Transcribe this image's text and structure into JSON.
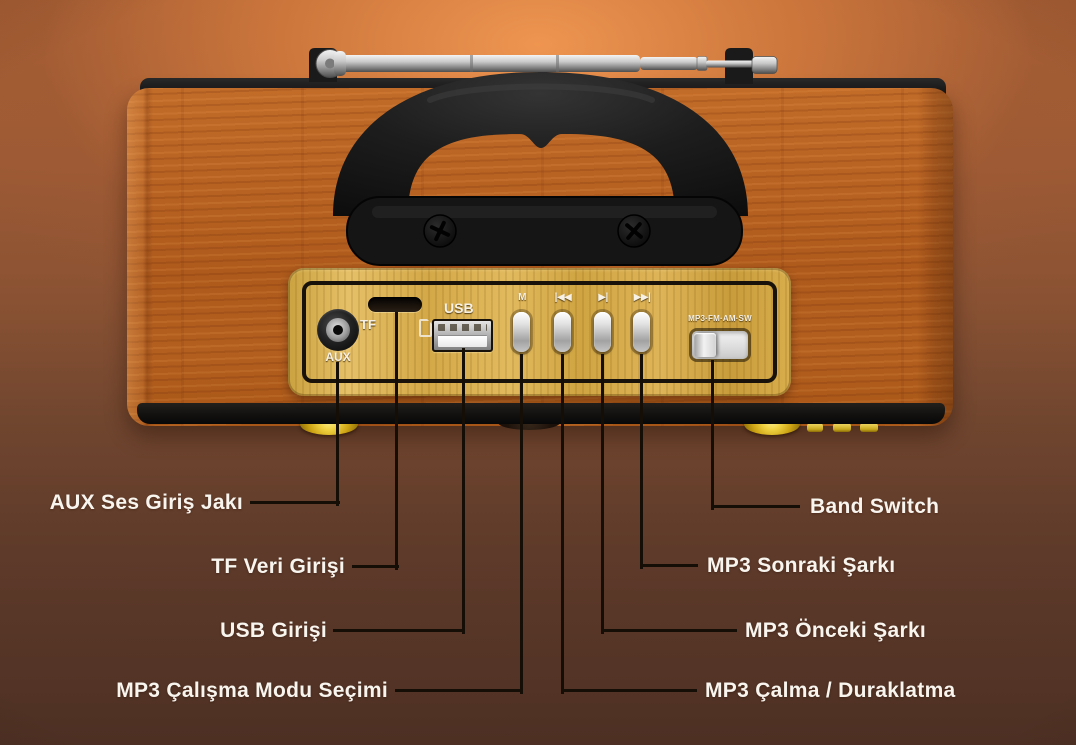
{
  "device": {
    "name": "wooden-portable-radio",
    "panel": {
      "aux_label": "AUX",
      "tf_label": "TF",
      "usb_label": "USB",
      "band_switch_label": "MP3·FM·AM·SW",
      "buttons": [
        {
          "glyph": "M"
        },
        {
          "glyph": "|◀◀"
        },
        {
          "glyph": "▶|"
        },
        {
          "glyph": "▶▶|"
        }
      ]
    }
  },
  "callouts": {
    "left": [
      {
        "label": "AUX Ses Giriş Jakı"
      },
      {
        "label": "TF Veri Girişi"
      },
      {
        "label": "USB Girişi"
      },
      {
        "label": "MP3 Çalışma Modu Seçimi"
      }
    ],
    "right": [
      {
        "label": "Band Switch"
      },
      {
        "label": "MP3 Sonraki Şarkı"
      },
      {
        "label": "MP3 Önceki Şarkı"
      },
      {
        "label": "MP3 Çalma / Duraklatma"
      }
    ]
  },
  "colors": {
    "background_top": "#d67c3e",
    "background_bottom": "#4d3023",
    "wood_body": "#b35f1f",
    "panel_wood": "#d8ad4c",
    "gold_knob": "#f0d344",
    "callout_text": "#f8f4ee",
    "callout_line": "#150e06"
  }
}
